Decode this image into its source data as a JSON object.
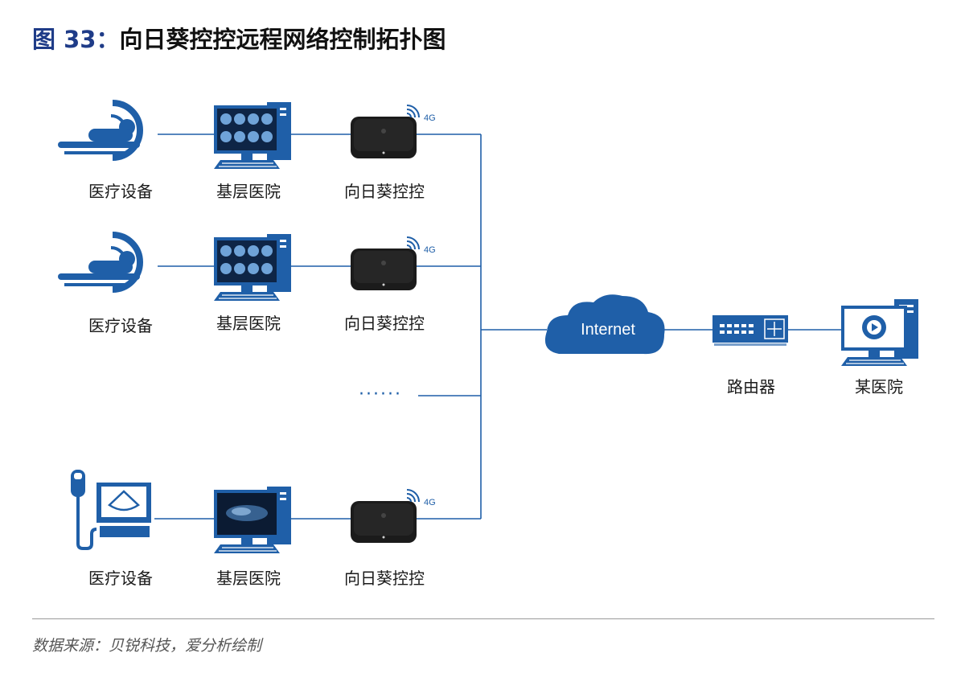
{
  "title": {
    "figure": "图 33：",
    "text": "向日葵控控远程网络控制拓扑图"
  },
  "rows": [
    {
      "device": "医疗设备",
      "hospital": "基层医院",
      "box": "向日葵控控",
      "signal": "4G"
    },
    {
      "device": "医疗设备",
      "hospital": "基层医院",
      "box": "向日葵控控",
      "signal": "4G"
    },
    {
      "device": "医疗设备",
      "hospital": "基层医院",
      "box": "向日葵控控",
      "signal": "4G"
    }
  ],
  "ellipsis": "······",
  "cloud": "Internet",
  "router": "路由器",
  "remote": "某医院",
  "source": "数据来源：贝锐科技，爱分析绘制",
  "colors": {
    "primary": "#1f5fa8",
    "dark": "#1a1a1a",
    "title_accent": "#1f3c88"
  },
  "icons": [
    "scanner-bed-icon",
    "computer-monitor-icon",
    "remote-box-icon",
    "wifi-signal-icon",
    "ultrasound-icon",
    "cloud-icon",
    "router-icon",
    "monitor-gear-icon"
  ]
}
